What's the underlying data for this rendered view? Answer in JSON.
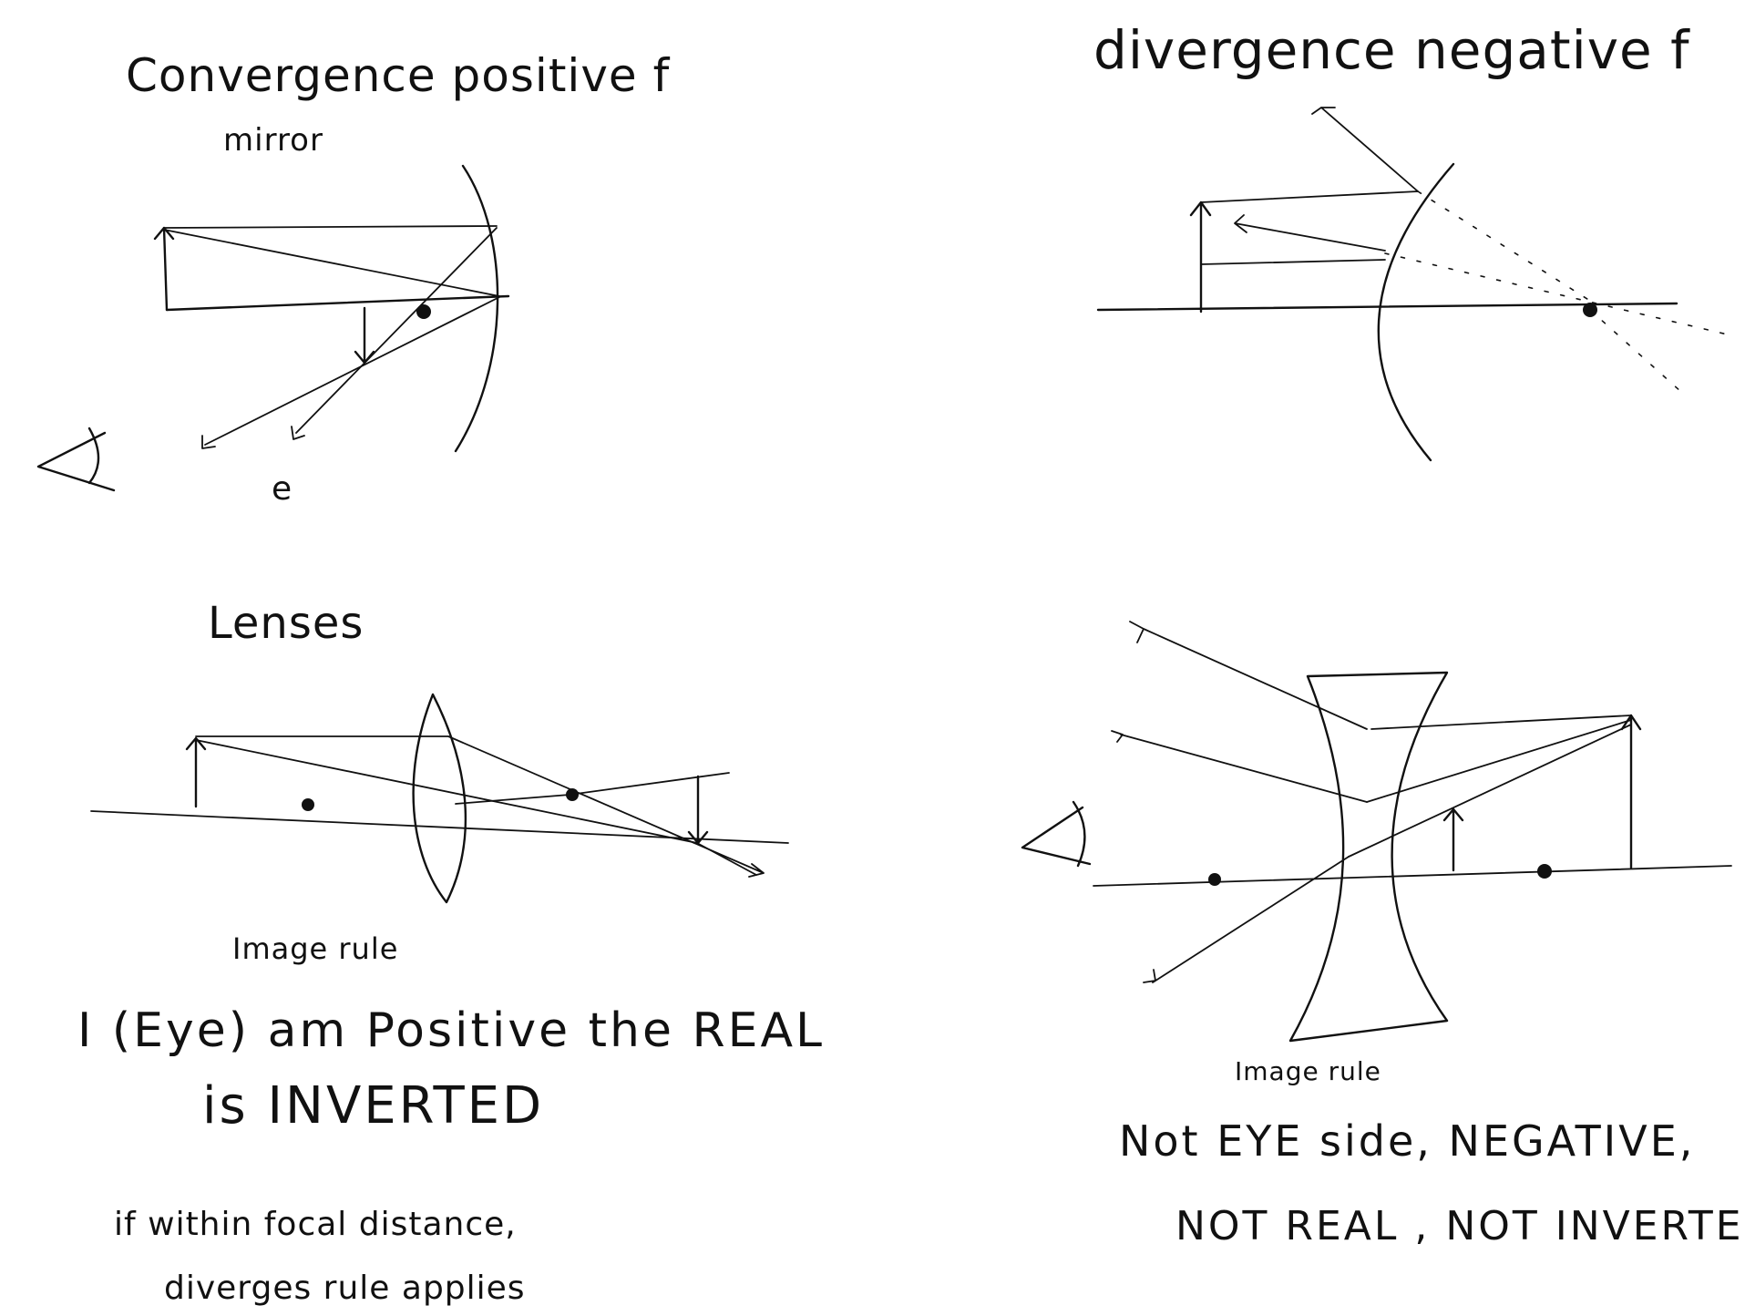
{
  "panels": {
    "mirror_converge": {
      "title": "Convergence positive f",
      "subtitle": "mirror",
      "eye_glyph": "eye-symbol",
      "label_e": "e"
    },
    "mirror_diverge": {
      "title": "divergence negative f"
    },
    "lens_converge": {
      "title": "Lenses",
      "caption": "Image rule",
      "rule_line1": "I (Eye) am Positive the REAL",
      "rule_line2": "is INVERTED",
      "note_line1": "if within focal distance,",
      "note_line2": "diverges rule applies"
    },
    "lens_diverge": {
      "caption": "Image rule",
      "rule_line1": "Not EYE side, NEGATIVE,",
      "rule_line2": "NOT REAL , NOT INVERTED"
    }
  },
  "colors": {
    "ink": "#111111",
    "paper": "#ffffff"
  }
}
